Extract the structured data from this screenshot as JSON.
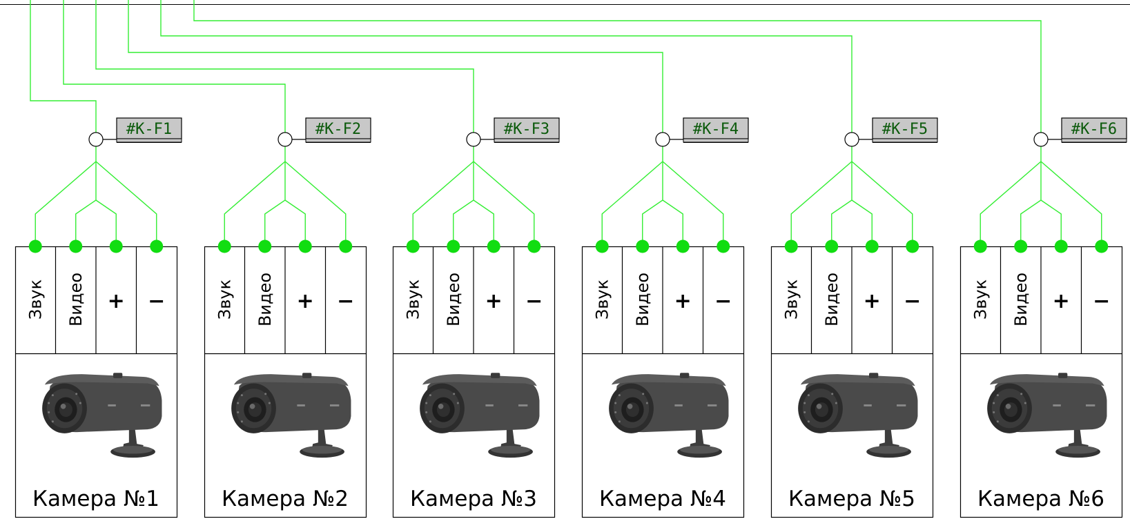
{
  "colors": {
    "wire": "#33ee33",
    "terminal_dot": "#11dd11",
    "tag_fill": "#c8c8c8",
    "tag_text": "#0b5a0b",
    "camera_body": "#4a4a4a"
  },
  "terminal_labels": [
    "Звук",
    "Видео",
    "+",
    "−"
  ],
  "cameras": [
    {
      "title": "Камера №1",
      "tag": "#K-F1"
    },
    {
      "title": "Камера №2",
      "tag": "#K-F2"
    },
    {
      "title": "Камера №3",
      "tag": "#K-F3"
    },
    {
      "title": "Камера №4",
      "tag": "#K-F4"
    },
    {
      "title": "Камера №5",
      "tag": "#K-F5"
    },
    {
      "title": "Камера №6",
      "tag": "#K-F6"
    }
  ],
  "icons": {
    "camera": "bullet-camera-icon",
    "junction": "junction-circle-icon"
  }
}
